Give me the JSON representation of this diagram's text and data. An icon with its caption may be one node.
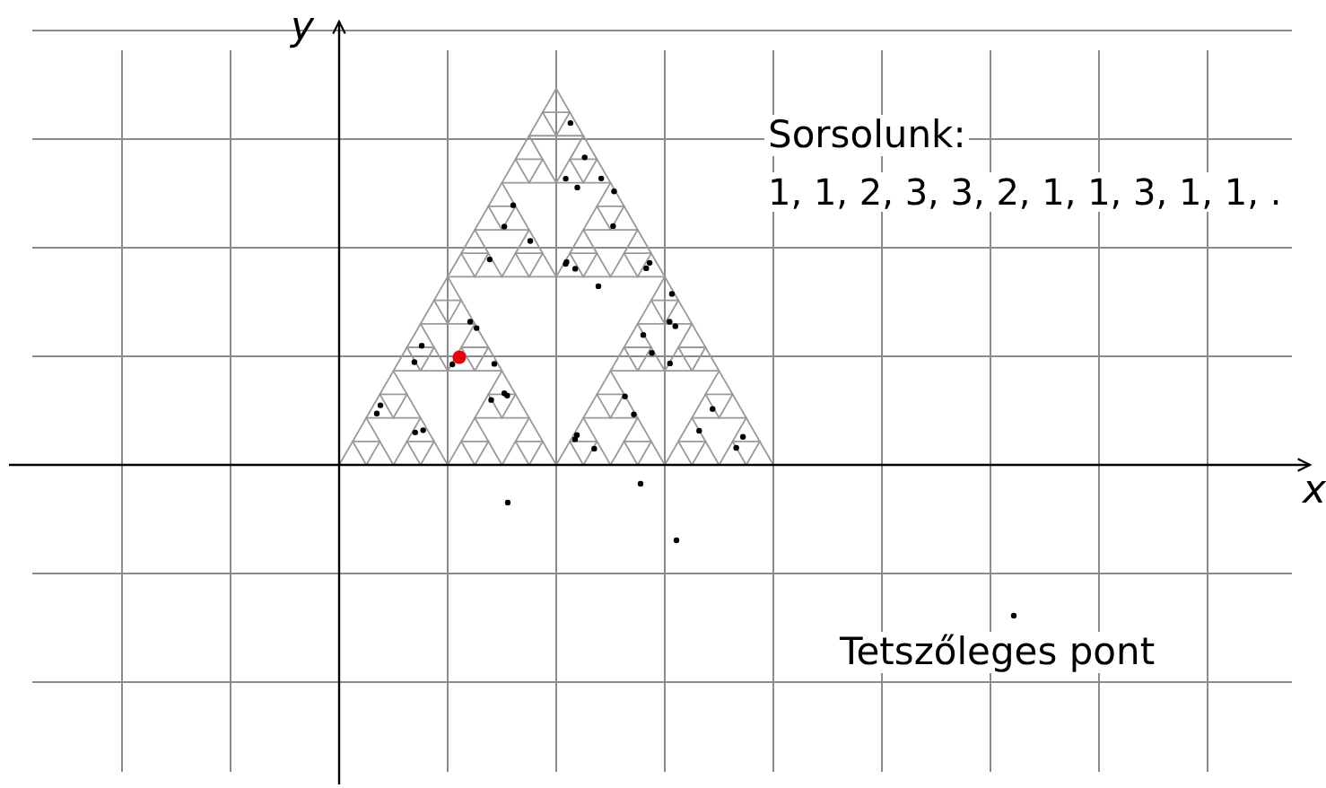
{
  "diagram": {
    "labels": [
      "y",
      "x",
      "Sorsolunk:",
      "1, 1, 2, 3, 3, 2, 1, 1, 3, 1, 1, .",
      "Tetszőleges pont"
    ]
  }
}
